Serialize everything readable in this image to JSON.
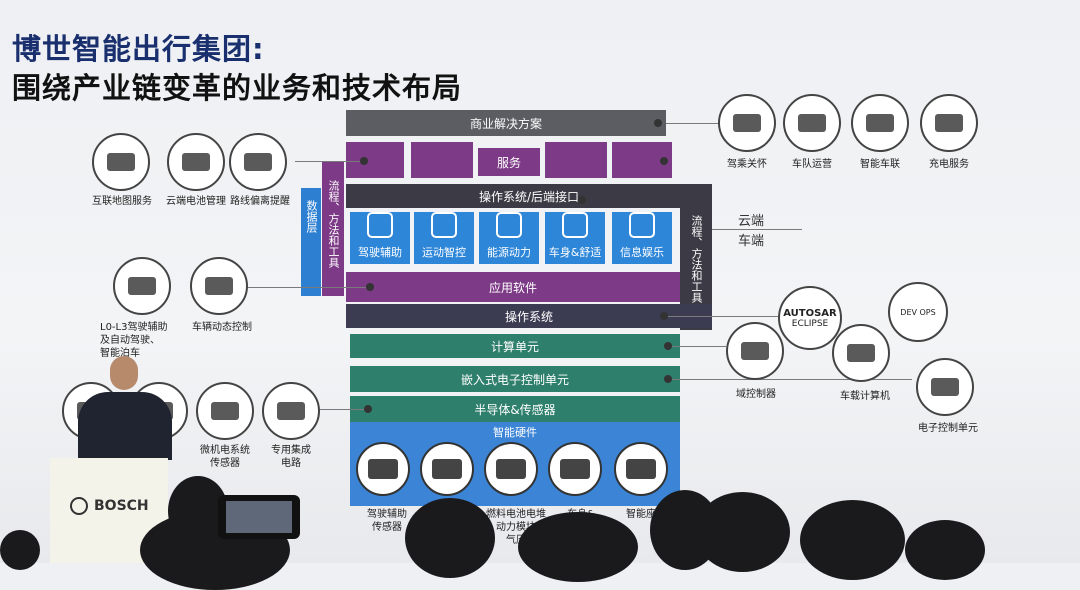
{
  "title": {
    "line1": "博世智能出行集团:",
    "line2": "围绕产业链变革的业务和技术布局"
  },
  "layers": {
    "business_solutions": "商业解决方案",
    "services": "服务",
    "os_backend": "操作系统/后端接口",
    "app_software": "应用软件",
    "os": "操作系统",
    "compute": "计算单元",
    "ecu": "嵌入式电子控制单元",
    "semis": "半导体&传感器",
    "hardware": "智能硬件"
  },
  "domains": [
    {
      "label": "驾驶辅助",
      "icon": "steering-hand-icon"
    },
    {
      "label": "运动智控",
      "icon": "chassis-icon"
    },
    {
      "label": "能源动力",
      "icon": "battery-icon"
    },
    {
      "label": "车身&舒适",
      "icon": "seat-icon"
    },
    {
      "label": "信息娱乐",
      "icon": "screen-icon"
    }
  ],
  "side_labels": {
    "left_vertical_1": "流程、方法和工具",
    "left_vertical_2": "数据层",
    "right_vertical": "流程、方法和工具",
    "cloud": "云端",
    "vehicle": "车端"
  },
  "top_left_items": [
    {
      "label": "互联地图服务",
      "icon": "map-icon"
    },
    {
      "label": "云端电池管理",
      "icon": "battery-dial-icon"
    },
    {
      "label": "路线偏离提醒",
      "icon": "wrong-way-icon"
    }
  ],
  "top_right_items": [
    {
      "label": "驾乘关怀",
      "icon": "device-icon"
    },
    {
      "label": "车队运营",
      "icon": "map-pin-icon"
    },
    {
      "label": "智能车联",
      "icon": "connected-car-icon"
    },
    {
      "label": "充电服务",
      "icon": "charging-icon"
    }
  ],
  "mid_left_items": [
    {
      "label": "L0-L3驾驶辅助\n及自动驾驶、\n智能泊车",
      "icon": "car-icon"
    },
    {
      "label": "车辆动态控制",
      "icon": "car-dynamics-icon"
    }
  ],
  "os_partners": [
    {
      "label": "AUTOSAR",
      "icon": "autosar-logo-icon"
    },
    {
      "label": "ECLIPSE",
      "icon": "eclipse-logo-icon"
    },
    {
      "label": "DEV OPS",
      "icon": "devops-icon"
    }
  ],
  "right_hw_items": [
    {
      "label": "域控制器",
      "icon": "domain-controller-icon"
    },
    {
      "label": "车载计算机",
      "icon": "vehicle-computer-icon"
    },
    {
      "label": "电子控制单元",
      "icon": "ecu-icon"
    }
  ],
  "bottom_left_items": [
    {
      "label": "微机电系统\n传感器",
      "icon": "mems-chip-icon"
    },
    {
      "label": "专用集成\n电路",
      "icon": "asic-chip-icon"
    }
  ],
  "bottom_hw_captions": [
    "驾驶辅助\n传感器",
    "燃料电池电堆\n动力模块\n气压",
    "车身&",
    "智能座"
  ],
  "brand": "BOSCH"
}
